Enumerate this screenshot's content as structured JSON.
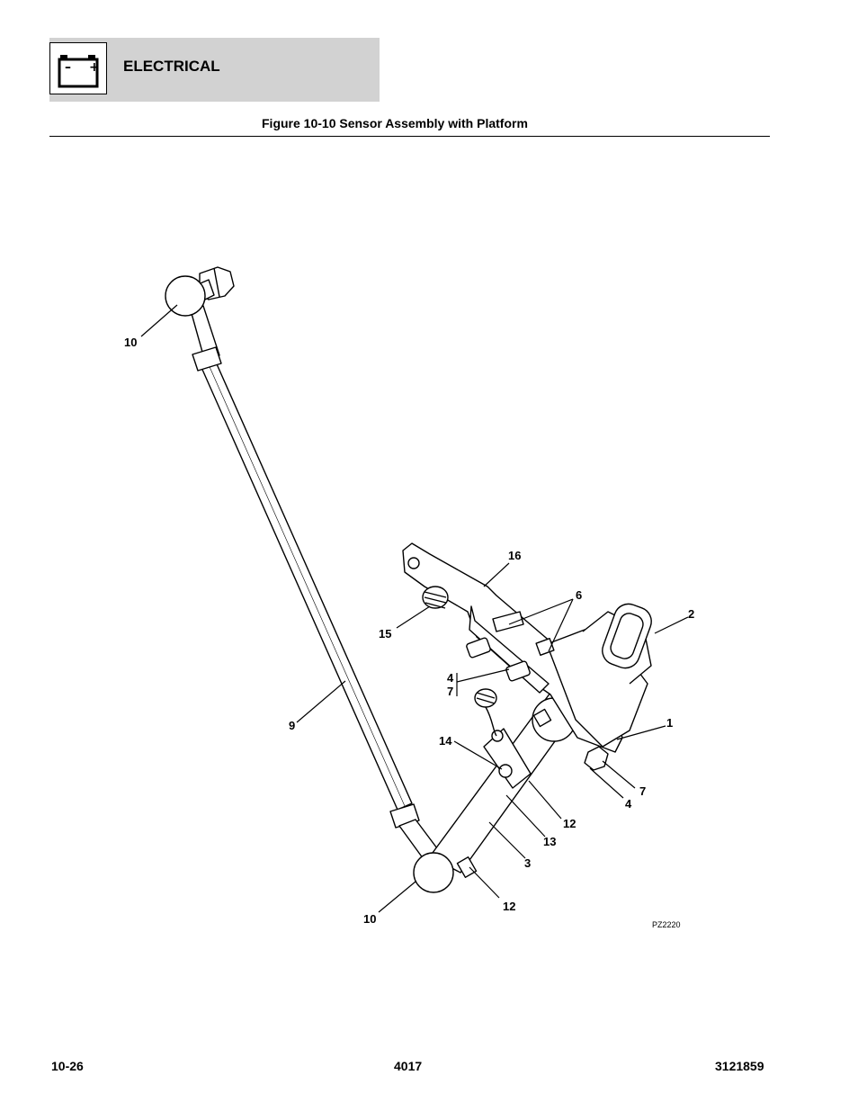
{
  "header": {
    "section_title": "ELECTRICAL",
    "icon": "battery-icon",
    "battery_minus": "–",
    "battery_plus": "+"
  },
  "figure": {
    "title": "Figure 10-10 Sensor Assembly with Platform",
    "drawing_code": "PZ2220",
    "callouts": [
      "10",
      "16",
      "6",
      "2",
      "15",
      "4",
      "7",
      "9",
      "1",
      "14",
      "7",
      "4",
      "12",
      "13",
      "3",
      "10",
      "12"
    ]
  },
  "footer": {
    "page_number": "10-26",
    "model": "4017",
    "manual_number": "3121859"
  }
}
